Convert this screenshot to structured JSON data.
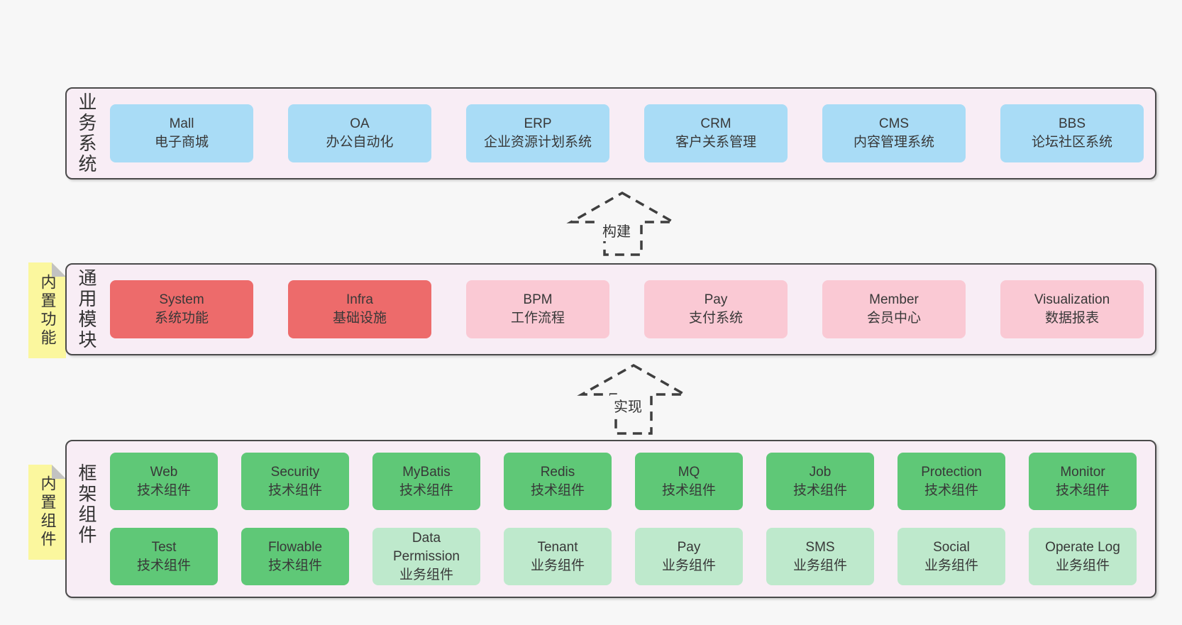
{
  "colors": {
    "page_bg": "#f7f7f7",
    "container_fill": "#f8edf5",
    "container_border": "#4a4a4a",
    "box_text": "#383838",
    "blue": "#a9dcf6",
    "red": "#ed6b6b",
    "pink": "#fac9d4",
    "green": "#5fc877",
    "light_green": "#bee9cc",
    "note_yellow": "#fbf79e",
    "note_fold": "#c2c2c2",
    "arrow_stroke": "#3f3f3f"
  },
  "layers": [
    {
      "label": "业务系统",
      "boxes": [
        {
          "name": "Mall",
          "sub": "电子商城"
        },
        {
          "name": "OA",
          "sub": "办公自动化"
        },
        {
          "name": "ERP",
          "sub": "企业资源计划系统"
        },
        {
          "name": "CRM",
          "sub": "客户关系管理"
        },
        {
          "name": "CMS",
          "sub": "内容管理系统"
        },
        {
          "name": "BBS",
          "sub": "论坛社区系统"
        }
      ]
    },
    {
      "label": "通用模块",
      "note": "内置功能",
      "boxes": [
        {
          "name": "System",
          "sub": "系统功能"
        },
        {
          "name": "Infra",
          "sub": "基础设施"
        },
        {
          "name": "BPM",
          "sub": "工作流程"
        },
        {
          "name": "Pay",
          "sub": "支付系统"
        },
        {
          "name": "Member",
          "sub": "会员中心"
        },
        {
          "name": "Visualization",
          "sub": "数据报表"
        }
      ]
    },
    {
      "label": "框架组件",
      "note": "内置组件",
      "rows": [
        {
          "boxes": [
            {
              "name": "Web",
              "sub": "技术组件"
            },
            {
              "name": "Security",
              "sub": "技术组件"
            },
            {
              "name": "MyBatis",
              "sub": "技术组件"
            },
            {
              "name": "Redis",
              "sub": "技术组件"
            },
            {
              "name": "MQ",
              "sub": "技术组件"
            },
            {
              "name": "Job",
              "sub": "技术组件"
            },
            {
              "name": "Protection",
              "sub": "技术组件"
            },
            {
              "name": "Monitor",
              "sub": "技术组件"
            }
          ]
        },
        {
          "boxes": [
            {
              "name": "Test",
              "sub": "技术组件"
            },
            {
              "name": "Flowable",
              "sub": "技术组件"
            },
            {
              "name": "Data Permission",
              "sub": "业务组件"
            },
            {
              "name": "Tenant",
              "sub": "业务组件"
            },
            {
              "name": "Pay",
              "sub": "业务组件"
            },
            {
              "name": "SMS",
              "sub": "业务组件"
            },
            {
              "name": "Social",
              "sub": "业务组件"
            },
            {
              "name": "Operate Log",
              "sub": "业务组件"
            }
          ]
        }
      ]
    }
  ],
  "arrows": [
    {
      "label": "构建"
    },
    {
      "label": "实现"
    }
  ]
}
